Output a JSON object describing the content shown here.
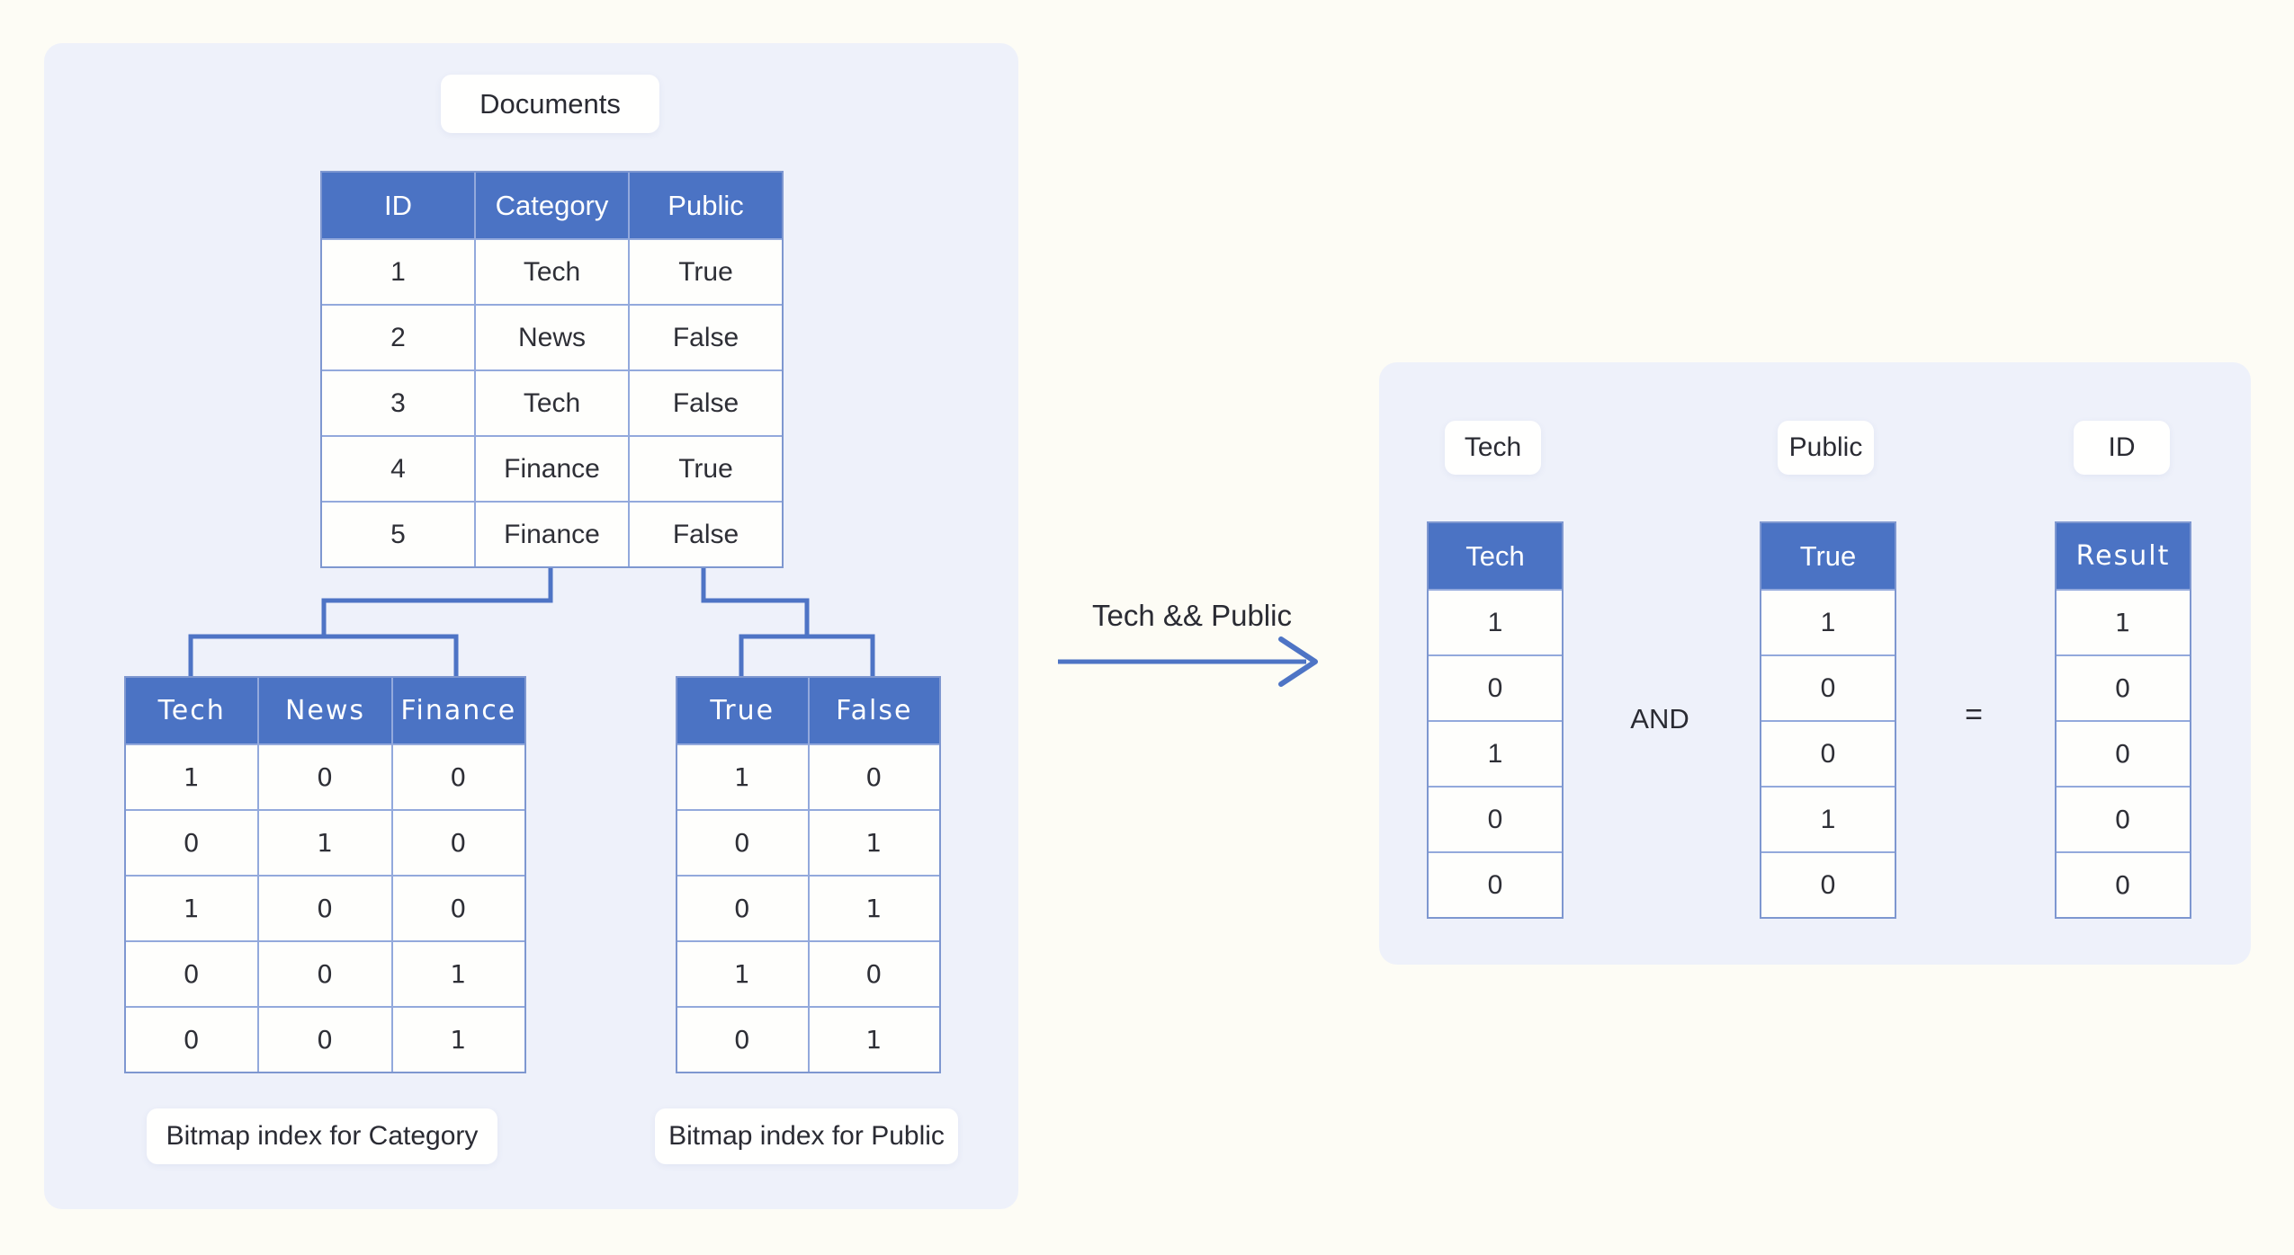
{
  "left_panel": {
    "title_chip": "Documents",
    "documents_table": {
      "headers": [
        "ID",
        "Category",
        "Public"
      ],
      "rows": [
        [
          "1",
          "Tech",
          "True"
        ],
        [
          "2",
          "News",
          "False"
        ],
        [
          "3",
          "Tech",
          "False"
        ],
        [
          "4",
          "Finance",
          "True"
        ],
        [
          "5",
          "Finance",
          "False"
        ]
      ]
    },
    "category_bitmap": {
      "headers": [
        "Tech",
        "News",
        "Finance"
      ],
      "rows": [
        [
          "1",
          "0",
          "0"
        ],
        [
          "0",
          "1",
          "0"
        ],
        [
          "1",
          "0",
          "0"
        ],
        [
          "0",
          "0",
          "1"
        ],
        [
          "0",
          "0",
          "1"
        ]
      ]
    },
    "category_caption": "Bitmap index for Category",
    "public_bitmap": {
      "headers": [
        "True",
        "False"
      ],
      "rows": [
        [
          "1",
          "0"
        ],
        [
          "0",
          "1"
        ],
        [
          "0",
          "1"
        ],
        [
          "1",
          "0"
        ],
        [
          "0",
          "1"
        ]
      ]
    },
    "public_caption": "Bitmap index for Public"
  },
  "operation": {
    "expression": "Tech && Public",
    "and_label": "AND",
    "equals_label": "="
  },
  "right_panel": {
    "tech_chip": "Tech",
    "public_chip": "Public",
    "id_chip": "ID",
    "tech_column": {
      "headers": [
        "Tech"
      ],
      "rows": [
        [
          "1"
        ],
        [
          "0"
        ],
        [
          "1"
        ],
        [
          "0"
        ],
        [
          "0"
        ]
      ]
    },
    "public_column": {
      "headers": [
        "True"
      ],
      "rows": [
        [
          "1"
        ],
        [
          "0"
        ],
        [
          "0"
        ],
        [
          "1"
        ],
        [
          "0"
        ]
      ]
    },
    "result_column": {
      "headers": [
        "Result"
      ],
      "rows": [
        [
          "1"
        ],
        [
          "0"
        ],
        [
          "0"
        ],
        [
          "0"
        ],
        [
          "0"
        ]
      ]
    }
  },
  "colors": {
    "header_blue": "#4B73C4",
    "connector_blue": "#4E74C5",
    "grid_line": "#93A9DC",
    "panel_background": "#EEF1FA",
    "page_background": "#FDFCF5"
  }
}
